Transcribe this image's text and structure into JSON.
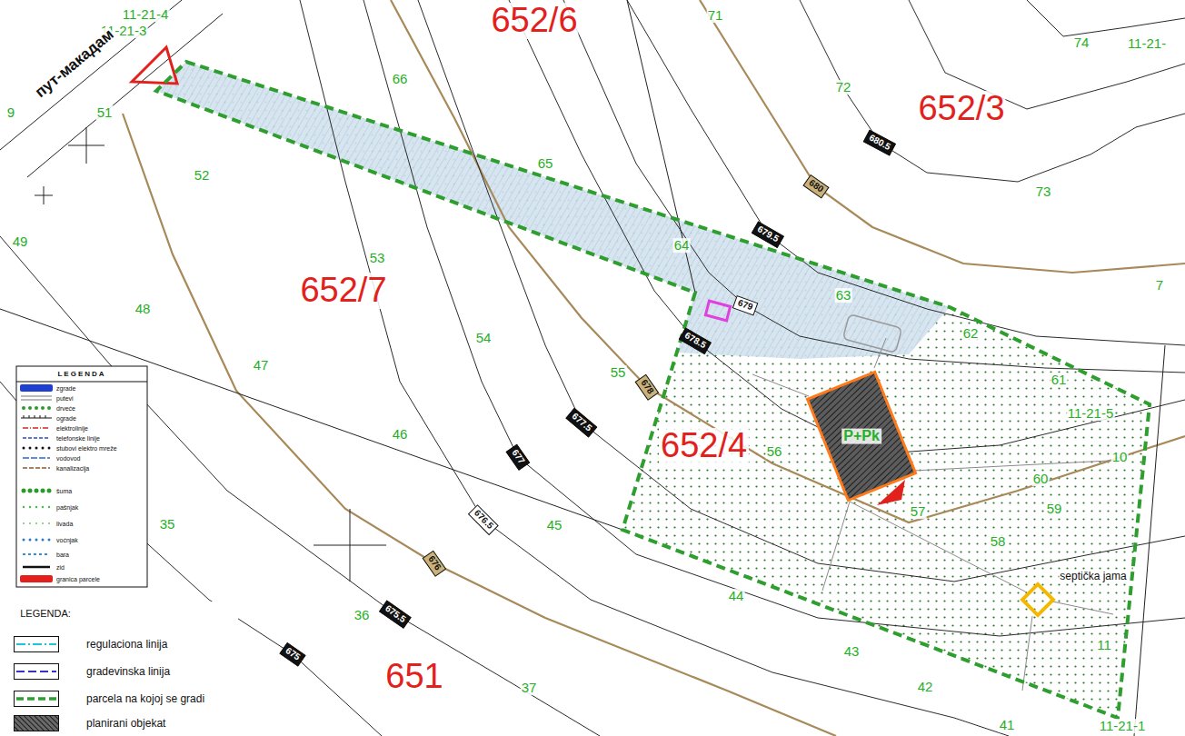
{
  "diagram": {
    "nodes": [
      {
        "text": [
          "652/4"
        ]
      },
      {
        "text": [
          "P+Pk"
        ],
        "in": 0
      }
    ],
    "labels": [
      "11-21-4",
      "11-21-3",
      "пут-макадам",
      "9",
      "51",
      "652/6",
      "71",
      "66",
      "72",
      "652/3",
      "74",
      "11-21-",
      "52",
      "65",
      "73",
      "49",
      "64",
      "652/7",
      "53",
      "7",
      "48",
      "63",
      "62",
      "54",
      "47",
      "61",
      "11-21-5",
      "55",
      "10",
      "46",
      "56",
      "60",
      "45",
      "57",
      "59",
      "35",
      "58",
      "septička jama",
      "44",
      "36",
      "651",
      "43",
      "11",
      "37",
      "42",
      "11-21-1",
      "41",
      "LEGENDA:",
      "680.5",
      "680",
      "679.5",
      "679",
      "678.5",
      "678",
      "677.5",
      "677",
      "676.5",
      "676",
      "675.5",
      "675",
      "LEGENDA"
    ],
    "legend": [
      {
        "text": "zgrade",
        "color": "#1f3fd0"
      },
      {
        "text": "putevi"
      },
      {
        "text": "drveće"
      },
      {
        "text": "ograde"
      },
      {
        "text": "elektrolinije"
      },
      {
        "text": "telefonske linije"
      },
      {
        "text": "stubovi elektro mreže"
      },
      {
        "text": "vodovod"
      },
      {
        "text": "kanalizacija"
      },
      {
        "text": "šuma"
      },
      {
        "text": "pašnjak"
      },
      {
        "text": "livada"
      },
      {
        "text": "voćnjak"
      },
      {
        "text": "bara"
      },
      {
        "text": "zid"
      },
      {
        "text": "granica parcele",
        "color": "#e3211c"
      },
      {
        "text": "regulaciona linija"
      },
      {
        "text": "gradevinska linija"
      },
      {
        "text": "parcela na kojoj se gradi"
      },
      {
        "text": "planirani objekat"
      }
    ]
  }
}
